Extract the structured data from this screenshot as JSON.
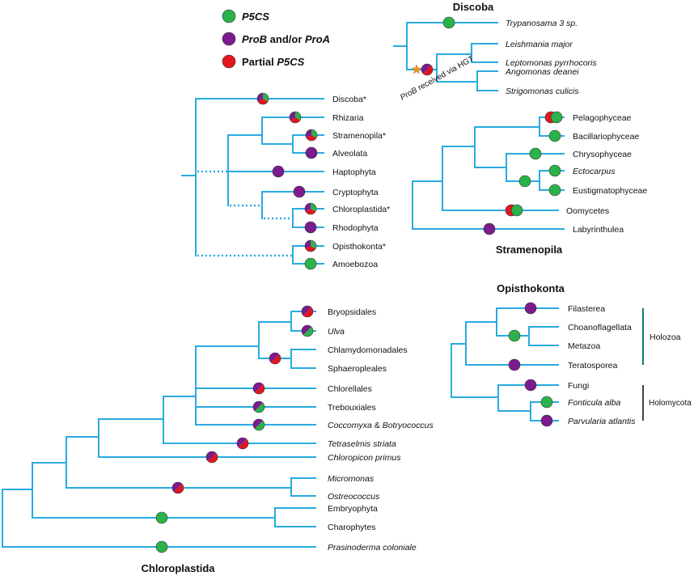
{
  "colors": {
    "p5cs": "#2bb24b",
    "prob": "#7b1b8e",
    "partial": "#e3161d",
    "branch": "#29aae1",
    "star": "#f7941d",
    "holozoa_bracket": "#127c6c",
    "holomycota_bracket": "#444444",
    "marker_outline": "#333333"
  },
  "legend": {
    "items": [
      {
        "key": "p5cs",
        "parts": [
          "P5CS"
        ]
      },
      {
        "key": "prob",
        "parts": [
          "ProB",
          " and/or ",
          "ProA"
        ]
      },
      {
        "key": "partial",
        "parts": [
          "Partial ",
          "P5CS"
        ]
      }
    ]
  },
  "discoba": {
    "title": "Discoba",
    "leaves": [
      "Trypanosama 3 sp.",
      "Leishmania major",
      "Leptomonas pyrrhocoris",
      "Angomonas deanei",
      "Strigomonas culicis"
    ],
    "annotation": [
      "ProB",
      " received via HGT"
    ],
    "markers": {
      "trypanosama": [
        "p5cs"
      ],
      "hgt_node": [
        "partial",
        "prob"
      ]
    }
  },
  "eukaryotes": {
    "leaves": [
      "Discoba*",
      "Rhizaria",
      "Stramenopila*",
      "Alveolata",
      "Haptophyta",
      "Cryptophyta",
      "Chloroplastida*",
      "Rhodophyta",
      "Opisthokonta*",
      "Amoebozoa"
    ],
    "markers": {
      "discoba": [
        "p5cs",
        "partial",
        "prob"
      ],
      "rhizaria": [
        "p5cs",
        "partial",
        "prob"
      ],
      "stramenopila": [
        "p5cs",
        "partial",
        "prob"
      ],
      "alveolata": [
        "prob"
      ],
      "haptophyta": [
        "prob"
      ],
      "cryptophyta": [
        "prob"
      ],
      "chloroplastida": [
        "p5cs",
        "partial",
        "prob"
      ],
      "rhodophyta": [
        "prob"
      ],
      "opisthokonta": [
        "p5cs",
        "partial",
        "prob"
      ],
      "amoebozoa": [
        "p5cs"
      ]
    }
  },
  "stramenopila": {
    "title": "Stramenopila",
    "leaves": [
      "Pelagophyceae",
      "Bacillariophyceae",
      "Chrysophyceae",
      "Ectocarpus",
      "Eustigmatophyceae",
      "Oomycetes",
      "Labyrinthulea"
    ],
    "markers": {
      "pelagophyceae_partial": [
        "partial"
      ],
      "pelagophyceae_p5cs": [
        "p5cs"
      ],
      "bacillariophyceae": [
        "p5cs"
      ],
      "chrysophyceae": [
        "p5cs"
      ],
      "ectocarpus_eustigmatophyceae_node": [
        "p5cs"
      ],
      "ectocarpus": [
        "p5cs"
      ],
      "eustigmatophyceae": [
        "p5cs"
      ],
      "oomycetes_partial": [
        "partial"
      ],
      "oomycetes_p5cs": [
        "p5cs"
      ],
      "labyrinthulea": [
        "prob"
      ]
    }
  },
  "opisthokonta": {
    "title": "Opisthokonta",
    "leaves": [
      "Filasterea",
      "Choanoflagellata",
      "Metazoa",
      "Teratosporea",
      "Fungi",
      "Fonticula alba",
      "Parvularia atlantis"
    ],
    "groups": [
      "Holozoa",
      "Holomycota"
    ],
    "markers": {
      "filasterea": [
        "prob"
      ],
      "choanoflagellata_metazoa_node": [
        "p5cs"
      ],
      "teratosporea": [
        "prob"
      ],
      "fungi": [
        "prob"
      ],
      "fonticula": [
        "p5cs"
      ],
      "parvularia": [
        "prob"
      ]
    }
  },
  "chloroplastida": {
    "title": "Chloroplastida",
    "leaves": [
      "Bryopsidales",
      "Ulva",
      "Chlamydomonadales",
      "Sphaeropleales",
      "Chlorellales",
      "Trebouxiales",
      [
        "Coccomyxa",
        " & ",
        "Botryococcus"
      ],
      "Tetraselmis striata",
      "Chloropicon primus",
      "Micromonas",
      "Ostreococcus",
      "Embryophyta",
      "Charophytes",
      "Prasinoderma coloniale"
    ],
    "markers": {
      "bryopsidales": [
        "partial",
        "prob"
      ],
      "ulva": [
        "p5cs",
        "prob"
      ],
      "chlamydomonadales_sphaeropleales_node": [
        "partial",
        "prob"
      ],
      "chlorellales": [
        "partial",
        "prob"
      ],
      "trebouxiales": [
        "p5cs",
        "prob"
      ],
      "coccomyxa": [
        "p5cs",
        "prob"
      ],
      "tetraselmis": [
        "partial",
        "prob"
      ],
      "chloropicon": [
        "partial",
        "prob"
      ],
      "micromonas_ostreococcus_node": [
        "partial",
        "prob"
      ],
      "embryophyta_charophytes_node": [
        "p5cs"
      ],
      "prasinoderma": [
        "p5cs"
      ]
    }
  }
}
